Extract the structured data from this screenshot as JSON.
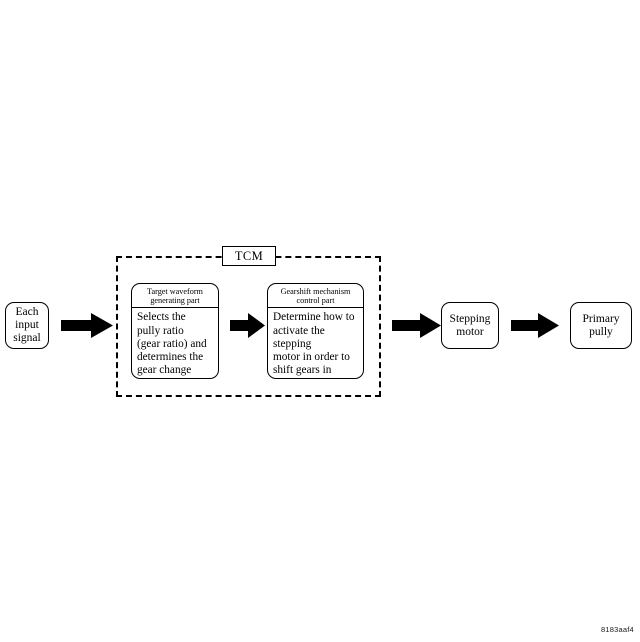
{
  "figure": {
    "reference_code": "8183aaf4",
    "colors": {
      "stroke": "#000000",
      "fill": "#ffffff",
      "arrow": "#000000"
    }
  },
  "nodes": {
    "input": {
      "label": "Each\ninput\nsignal"
    },
    "stepping_motor": {
      "label": "Stepping\nmotor"
    },
    "primary_pully": {
      "label": "Primary\npully"
    }
  },
  "group": {
    "label": "TCM",
    "parts": [
      {
        "header": "Target waveform\ngenerating part",
        "body": "Selects the\npully ratio\n(gear ratio) and\ndetermines the\ngear change steps"
      },
      {
        "header": "Gearshift mechanism\ncontrol part",
        "body": "Determine how to\nactivate the stepping\nmotor in order to\nshift gears in\naccordance with the\ntarget waveform."
      }
    ]
  },
  "arrows": [
    {
      "name": "input-to-tcm"
    },
    {
      "name": "target-waveform-to-gearshift"
    },
    {
      "name": "tcm-to-stepping-motor"
    },
    {
      "name": "stepping-motor-to-primary-pully"
    }
  ]
}
